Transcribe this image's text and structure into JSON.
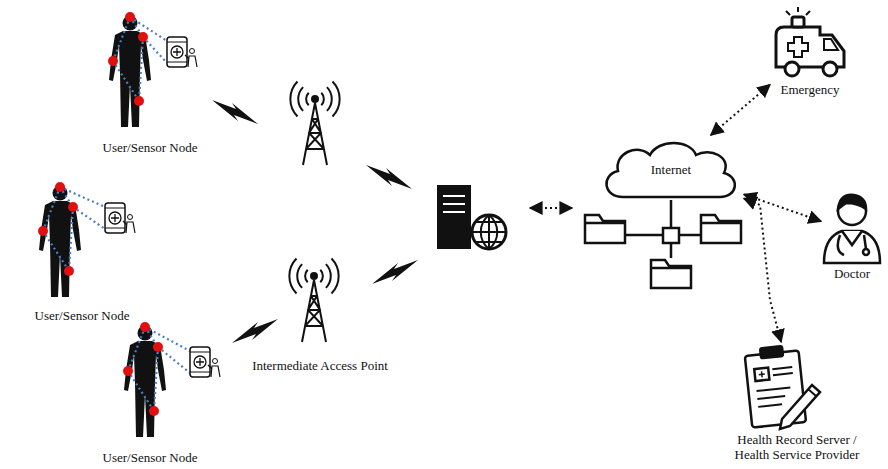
{
  "diagram": {
    "nodes": [
      {
        "text": [
          "User/Sensor Node"
        ]
      },
      {
        "text": [
          "User/Sensor Node"
        ]
      },
      {
        "text": [
          "User/Sensor Node"
        ]
      },
      {
        "text": [
          "Intermediate Access Point"
        ]
      },
      {
        "text": [
          "Internet"
        ]
      },
      {
        "text": [
          "Emergency"
        ]
      },
      {
        "text": [
          "Doctor"
        ]
      },
      {
        "text": [
          "Health Record Server / Health Service Provider"
        ]
      }
    ],
    "edges": [
      {
        "from": 4,
        "to": 5,
        "arrow": "both"
      },
      {
        "from": 4,
        "to": 6,
        "arrow": "both"
      },
      {
        "from": 4,
        "to": 7,
        "arrow": "both"
      }
    ]
  }
}
